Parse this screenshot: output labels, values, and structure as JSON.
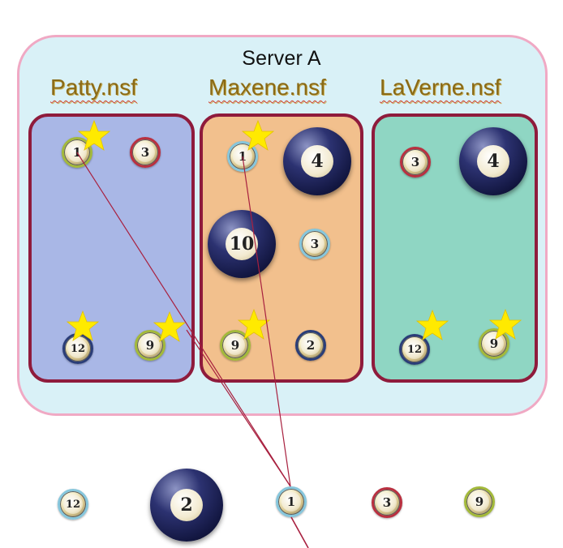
{
  "server": {
    "title": "Server A"
  },
  "databases": [
    {
      "name": "Patty.nsf"
    },
    {
      "name": "Maxene.nsf"
    },
    {
      "name": "LaVerne.nsf"
    }
  ],
  "balls": {
    "patty": [
      "1",
      "3",
      "12",
      "9"
    ],
    "maxene": [
      "1",
      "4",
      "10",
      "3",
      "9",
      "2"
    ],
    "laverne": [
      "3",
      "4",
      "12",
      "9"
    ],
    "bottom": [
      "12",
      "2",
      "1",
      "3",
      "9"
    ]
  },
  "colors": {
    "server_bg": "#d9f1f7",
    "server_border": "#f0a9c4",
    "patty_bg": "#a9b7e6",
    "maxene_bg": "#f2c08d",
    "laverne_bg": "#8fd6c3",
    "db_border": "#8f1b3c",
    "star": "#ffea00",
    "link_line": "#a8203f"
  }
}
